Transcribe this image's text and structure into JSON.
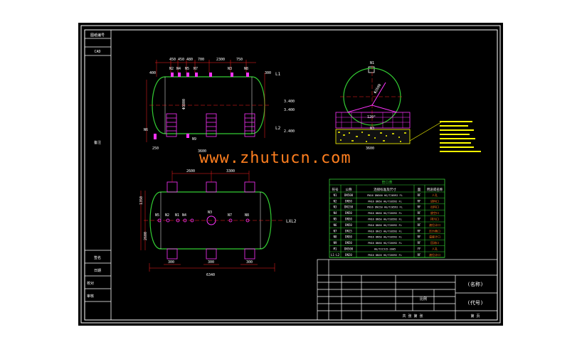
{
  "watermark": "www.zhutucn.com",
  "colors": {
    "background": "#000000",
    "outline": "#ffffff",
    "vessel": "#33cc33",
    "dimension": "#ff2020",
    "hatch": "#ff33ff",
    "leader": "#ffff00",
    "watermark": "#ff7f1f"
  },
  "top_view": {
    "nozzle_labels": [
      "N2",
      "N4",
      "N5",
      "N7",
      "N3",
      "N8"
    ],
    "dims_top": [
      "450",
      "450",
      "480",
      "700",
      "2300",
      "750"
    ],
    "dim_left": "400",
    "dim_right": "300",
    "level_labels": [
      "L1",
      "L2"
    ],
    "elevations": [
      "3.400",
      "3.400",
      "2.400"
    ],
    "dim_diameter": "Φ3800",
    "dims_bottom": [
      "250",
      "3600"
    ],
    "bottom_nozzles": [
      "N6",
      "N9"
    ]
  },
  "side_view": {
    "nozzle_top": "N1",
    "nozzle_bottom": "N3",
    "diameter": "Φ2600",
    "angle": "120°",
    "base_width": "3600"
  },
  "plan_view": {
    "dims_top": [
      "2600",
      "3300"
    ],
    "nozzle_labels": [
      "N5",
      "N2",
      "N1",
      "N4",
      "N3",
      "N7",
      "N8"
    ],
    "dim_left": "1350",
    "dim_left2": "2600",
    "dims_bottom": [
      "300",
      "300",
      "300"
    ],
    "length": "6340",
    "level_label": "LXL2"
  },
  "nozzle_table": {
    "title": "管口表",
    "headers": [
      "符号",
      "公称",
      "连接标准及尺寸",
      "面",
      "用途或名称"
    ],
    "rows": [
      [
        "N1",
        "DN500",
        "PN16 DN500 HG/T20592 FL",
        "RF",
        "人孔"
      ],
      [
        "N2",
        "DN50",
        "PN16 DN50 HG/T20592 FL",
        "RF",
        "进料口"
      ],
      [
        "N3",
        "DN150",
        "PN16 DN150 HG/T20592 FL",
        "RF",
        "出料口"
      ],
      [
        "N4",
        "DN50",
        "PN16 DN50 HG/T20592 FL",
        "RF",
        "放空口"
      ],
      [
        "N5",
        "DN50",
        "PN16 DN50 HG/T20592 FL",
        "RF",
        "排污口"
      ],
      [
        "N6",
        "DN50",
        "PN16 DN50 HG/T20592 FL",
        "RF",
        "液位计口"
      ],
      [
        "N7",
        "DN15",
        "PN16 DN15 HG/T20592 FL",
        "RF",
        "压力表口"
      ],
      [
        "N8",
        "DN50",
        "PN16 DN50 HG/T20592 FL",
        "RF",
        "温度计口"
      ],
      [
        "N9",
        "DN50",
        "PN16 DN50 HG/T20592 FL",
        "RF",
        "回流口"
      ],
      [
        "M1",
        "DN500",
        "HG/T21515-2005",
        "FF",
        "人孔"
      ],
      [
        "L1-L2",
        "DN20",
        "PN16 DN20 HG/T20592 FL",
        "RF",
        "液位计口"
      ]
    ]
  },
  "title_block": {
    "name": "(名称)",
    "code": "(代号)",
    "scale_label": "比例",
    "sheet_label": "共 张 第 张",
    "page_label": "第 页"
  },
  "left_strip": {
    "labels": [
      "图纸编号",
      "CAD",
      "备注",
      "签名",
      "日期",
      "校对",
      "审核"
    ]
  }
}
